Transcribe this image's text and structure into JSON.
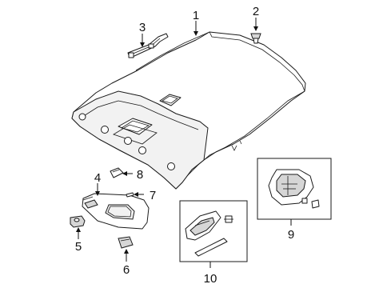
{
  "callouts": {
    "c1": "1",
    "c2": "2",
    "c3": "3",
    "c4": "4",
    "c5": "5",
    "c6": "6",
    "c7": "7",
    "c8": "8",
    "c9": "9",
    "c10": "10"
  },
  "colors": {
    "line": "#1a1a1a",
    "background": "#ffffff",
    "shade": "#d6d6d6"
  }
}
